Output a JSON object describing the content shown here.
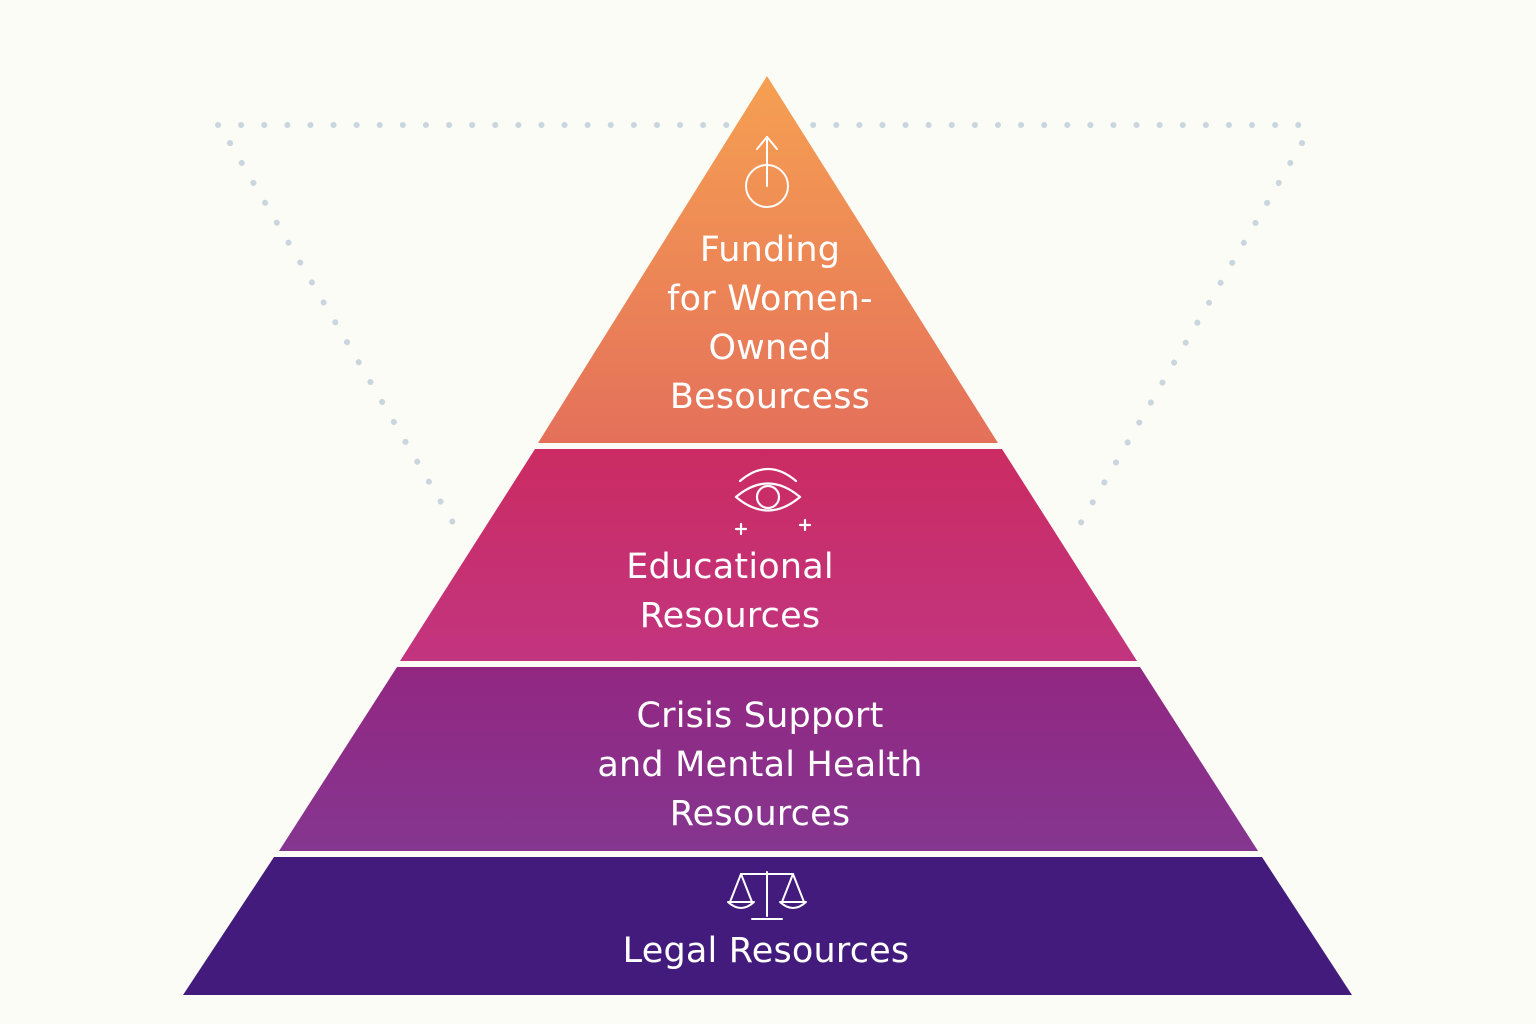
{
  "colors": {
    "background": "#fcfcf7",
    "dotted_outline": "#c9d6de",
    "tier_top": [
      "#f6a052",
      "#e4705a"
    ],
    "tier_2": [
      "#cb2b62",
      "#c2357f"
    ],
    "tier_3": [
      "#922782",
      "#853690"
    ],
    "tier_4": "#431b7c",
    "separator": "#ffffff"
  },
  "pyramid": {
    "tiers": [
      {
        "icon": "up-arrow-circle-icon",
        "lines": [
          "Funding",
          "for Women-",
          "Owned",
          "Besourcess"
        ]
      },
      {
        "icon": "eye-icon",
        "lines": [
          "Educational",
          "Resources"
        ]
      },
      {
        "icon": "",
        "lines": [
          "Crisis Support",
          "and Mental Health",
          "Resources"
        ]
      },
      {
        "icon": "scales-of-justice-icon",
        "lines": [
          "Legal Resources"
        ]
      }
    ]
  }
}
